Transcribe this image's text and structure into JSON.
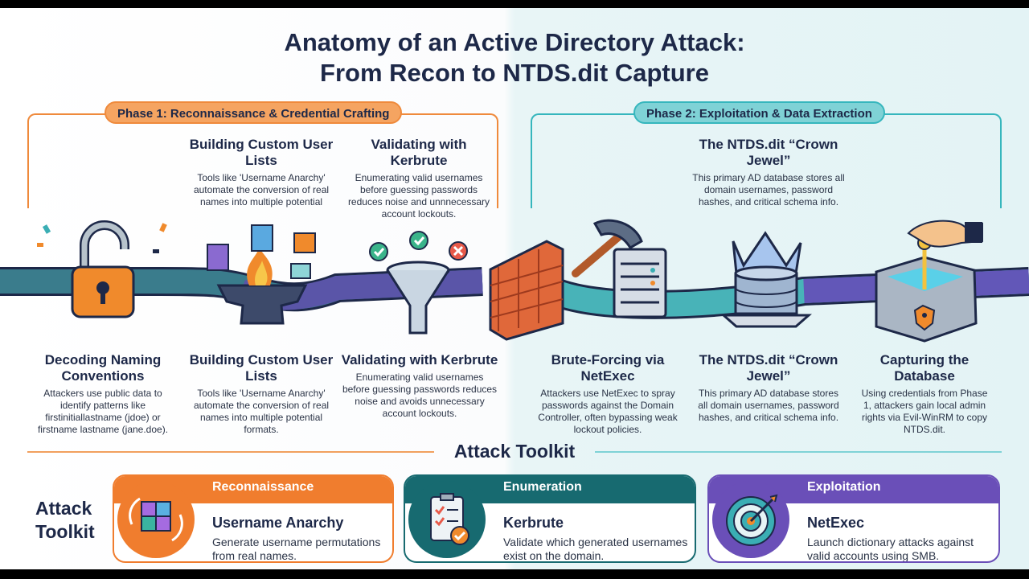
{
  "title": {
    "line1": "Anatomy of an Active Directory Attack:",
    "line2": "From Recon to NTDS.dit Capture"
  },
  "phase1": {
    "label": "Phase 1: Reconnaissance & Credential Crafting"
  },
  "phase2": {
    "label": "Phase 2: Exploitation & Data Extraction"
  },
  "top_cards": [
    {
      "title": "Building Custom User Lists",
      "text": "Tools like 'Username Anarchy' automate the conversion of real names into multiple potential"
    },
    {
      "title": "Validating with Kerbrute",
      "text": "Enumerating valid usernames before guessing passwords reduces noise and unnnecessary account lockouts."
    },
    {
      "title": "The NTDS.dit “Crown Jewel”",
      "text": "This primary AD database stores all domain usernames, password hashes, and critical schema info."
    }
  ],
  "bottom_cards": [
    {
      "title": "Decoding Naming Conventions",
      "text": "Attackers use public data to identify patterns like firstinitiallastname (jdoe) or firstname lastname (jane.doe)."
    },
    {
      "title": "Building Custom User Lists",
      "text": "Tools like 'Username Anarchy' automate the conversion of real names into multiple potential formats."
    },
    {
      "title": "Validating with Kerbrute",
      "text": "Enumerating valid usernames before guessing passwords reduces noise and avoids unnecessary account lockouts."
    },
    {
      "title": "Brute-Forcing via NetExec",
      "text": "Attackers use NetExec to spray passwords against the Domain Controller, often bypassing weak lockout policies."
    },
    {
      "title": "The NTDS.dit “Crown Jewel”",
      "text": "This primary AD database stores all domain usernames, password hashes, and critical schema info."
    },
    {
      "title": "Capturing the Database",
      "text": "Using credentials from Phase 1, attackers gain local admin rights via Evil-WinRM to copy NTDS.dit."
    }
  ],
  "toolkit": {
    "section_title": "Attack Toolkit",
    "label": "Attack Toolkit",
    "tools": [
      {
        "category": "Reconnaissance",
        "name": "Username Anarchy",
        "desc": "Generate username permutations from real names.",
        "color": "#f07d2e"
      },
      {
        "category": "Enumeration",
        "name": "Kerbrute",
        "desc": "Validate which generated usernames exist on the domain.",
        "color": "#176a70"
      },
      {
        "category": "Exploitation",
        "name": "NetExec",
        "desc": "Launch dictionary attacks against valid accounts using SMB.",
        "color": "#6a4fb8"
      }
    ]
  },
  "icons": [
    "padlock-icon",
    "anvil-icon",
    "funnel-icon",
    "brick-wall-icon",
    "hammer-server-icon",
    "crown-database-icon",
    "vault-key-icon",
    "cube-icon",
    "checklist-icon",
    "target-icon"
  ]
}
